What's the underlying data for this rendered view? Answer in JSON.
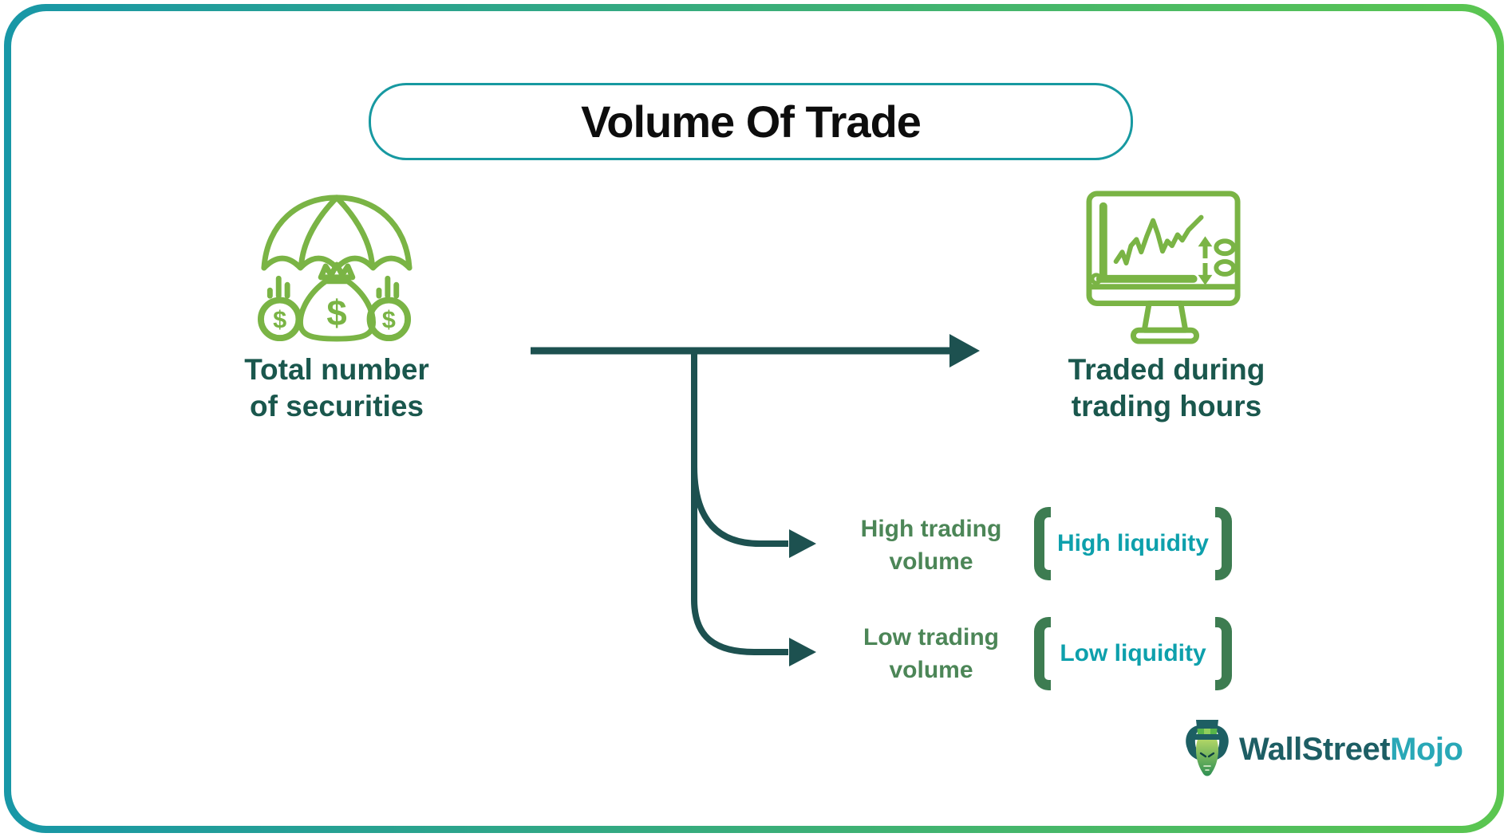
{
  "title": {
    "text": "Volume Of Trade"
  },
  "nodes": {
    "source": {
      "label": "Total number\nof securities"
    },
    "destination": {
      "label": "Traded during\ntrading hours"
    }
  },
  "branches": [
    {
      "label": "High trading\nvolume",
      "result": "High liquidity"
    },
    {
      "label": "Low trading\nvolume",
      "result": "Low liquidity"
    }
  ],
  "logo": {
    "part1": "WallStreet",
    "part2": "Mojo"
  },
  "icons": {
    "left": "money-bag-umbrella-icon",
    "right": "trading-monitor-icon",
    "dollar_glyph": "$"
  },
  "colors": {
    "frame_gradient_left": "#1897a7",
    "frame_gradient_right": "#5bc650",
    "title_border": "#1799a1",
    "icon_green": "#7ab445",
    "node_label_teal": "#1a574d",
    "connector_teal": "#1d5150",
    "branch_label_green": "#4c8657",
    "bracket_green": "#3d7c51",
    "liquidity_teal": "#0da0ac",
    "logo_dark": "#1d5e64",
    "logo_accent": "#29a8b7"
  }
}
